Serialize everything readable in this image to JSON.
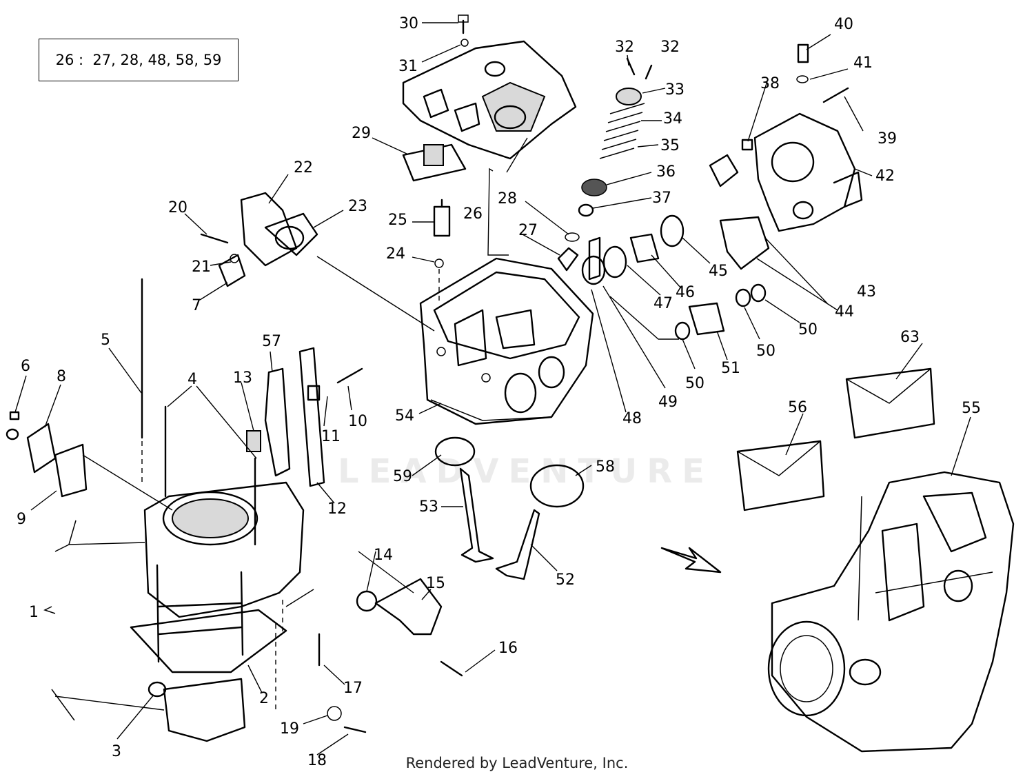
{
  "reference_note": "26 :  27, 28, 48, 58, 59",
  "watermark": "LEADVENTURE",
  "footer": "Rendered by LeadVenture, Inc.",
  "callouts": [
    "1",
    "2",
    "3",
    "4",
    "5",
    "6",
    "7",
    "8",
    "9",
    "10",
    "11",
    "12",
    "13",
    "14",
    "15",
    "16",
    "17",
    "18",
    "19",
    "20",
    "21",
    "22",
    "23",
    "24",
    "25",
    "26",
    "27",
    "28",
    "29",
    "30",
    "31",
    "32",
    "32",
    "33",
    "34",
    "35",
    "36",
    "37",
    "38",
    "39",
    "40",
    "41",
    "42",
    "43",
    "44",
    "45",
    "46",
    "47",
    "48",
    "49",
    "50",
    "50",
    "50",
    "51",
    "52",
    "53",
    "54",
    "55",
    "56",
    "57",
    "58",
    "59",
    "63"
  ]
}
